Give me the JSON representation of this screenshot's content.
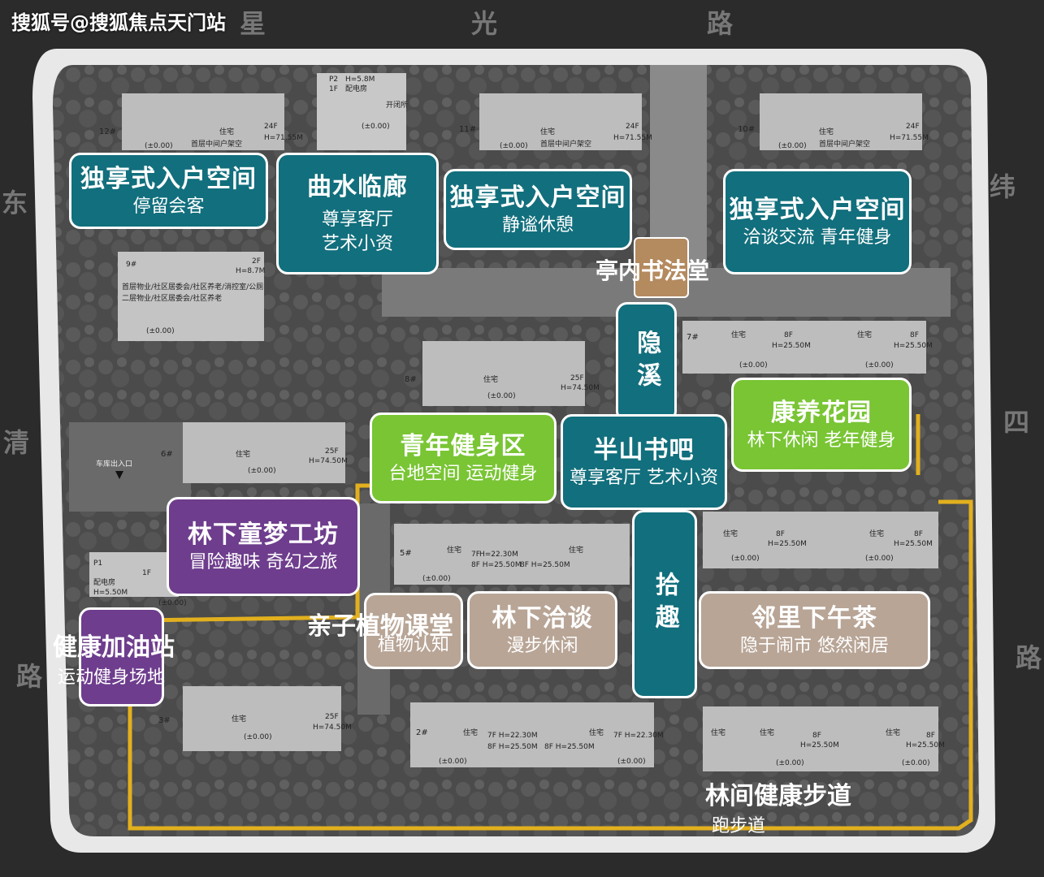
{
  "watermark": "搜狐号@搜狐焦点天门站",
  "roads": {
    "top": [
      "星",
      "光",
      "路"
    ],
    "left_top": "东",
    "left_mid": "清",
    "left_bottom": "路",
    "right_top": "纬",
    "right_mid": "四",
    "right_bottom": "路"
  },
  "zones": [
    {
      "id": "entry-1",
      "title": "独享式入户空间",
      "sub": "停留会客"
    },
    {
      "id": "qushui",
      "title": "曲水临廊",
      "sub": "尊享客厅",
      "sub2": "艺术小资"
    },
    {
      "id": "entry-2",
      "title": "独享式入户空间",
      "sub": "静谧休憩"
    },
    {
      "id": "entry-3",
      "title": "独享式入户空间",
      "sub": "洽谈交流 青年健身"
    },
    {
      "id": "pavilion",
      "title": "亭内书法堂"
    },
    {
      "id": "yinxi",
      "title": "隐溪"
    },
    {
      "id": "kangyang",
      "title": "康养花园",
      "sub": "林下休闲 老年健身"
    },
    {
      "id": "youth",
      "title": "青年健身区",
      "sub": "台地空间 运动健身"
    },
    {
      "id": "banshan",
      "title": "半山书吧",
      "sub": "尊享客厅 艺术小资"
    },
    {
      "id": "dream",
      "title": "林下童梦工坊",
      "sub": "冒险趣味 奇幻之旅"
    },
    {
      "id": "shiqu",
      "title": "拾趣"
    },
    {
      "id": "plant",
      "title": "亲子植物课堂",
      "sub": "植物认知"
    },
    {
      "id": "talk",
      "title": "林下洽谈",
      "sub": "漫步休闲"
    },
    {
      "id": "tea",
      "title": "邻里下午茶",
      "sub": "隐于闹市 悠然闲居"
    },
    {
      "id": "health",
      "title": "健康加油站",
      "sub": "运动健身场地"
    },
    {
      "id": "trail",
      "title": "林间健康步道",
      "sub": "跑步道"
    }
  ],
  "buildings": [
    {
      "no": "12#",
      "type": "住宅",
      "floors": "24F",
      "height": "H=71.55M",
      "note": "首层中间户架空",
      "elev": "(±0.00)"
    },
    {
      "no": "11#",
      "type": "住宅",
      "floors": "24F",
      "height": "H=71.55M",
      "note": "首层中间户架空",
      "elev": "(±0.00)"
    },
    {
      "no": "10#",
      "type": "住宅",
      "floors": "24F",
      "height": "H=71.55M",
      "note": "首层中间户架空",
      "elev": "(±0.00)"
    },
    {
      "no": "9#",
      "floors": "2F",
      "height": "H=8.7M",
      "note": "首层物业/社区居委会/社区养老/消控室/公厕",
      "note2": "二层物业/社区居委会/社区养老",
      "elev": "(±0.00)"
    },
    {
      "no": "8#",
      "type": "住宅",
      "floors": "25F",
      "height": "H=74.50M",
      "elev": "(±0.00)"
    },
    {
      "no": "7#",
      "type": "住宅",
      "floors": "8F",
      "height": "H=25.50M",
      "elev": "(±0.00)"
    },
    {
      "no": "6#",
      "type": "住宅",
      "floors": "25F",
      "height": "H=74.50M",
      "elev": "(±0.00)"
    },
    {
      "no": "5#",
      "type": "住宅",
      "floors": "7F",
      "height": "H=22.30M",
      "elev": "(±0.00)"
    },
    {
      "no": "3#",
      "type": "住宅",
      "floors": "25F",
      "height": "H=74.50M",
      "elev": "(±0.00)"
    },
    {
      "no": "2#",
      "type": "住宅",
      "floors": "7F",
      "height": "H=22.30M",
      "elev": "(±0.00)"
    }
  ],
  "misc": {
    "p2": "P2",
    "p2_floor": "1F",
    "p2_h": "H=5.8M",
    "p2_name": "配电房",
    "kbs": "开闭所",
    "p1": "P1",
    "p1_floor": "1F",
    "p1_h": "H=5.5M",
    "p1_name": "配电房",
    "garage": "车库出入口"
  },
  "colors": {
    "teal": "#126f7d",
    "lime": "#79c534",
    "purple": "#6e3d8d",
    "beige": "#b8a596",
    "brown": "#b48a5f",
    "trail": "#e2b01e"
  }
}
